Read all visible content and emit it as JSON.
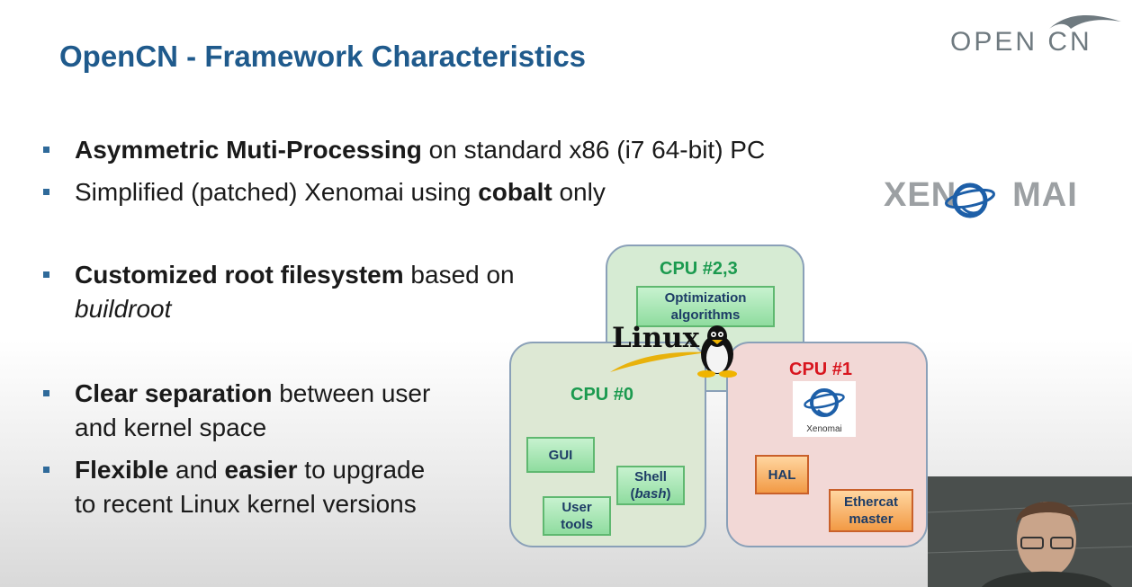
{
  "slide": {
    "title": "OpenCN - Framework Characteristics",
    "logo_text": "OPEN CN",
    "xenomai_logo_left": "XEN",
    "xenomai_logo_right": "MAI"
  },
  "bullets": [
    {
      "bold": "Asymmetric Muti-Processing",
      "rest": " on standard x86 (i7 64-bit) PC"
    },
    {
      "pre": "Simplified (patched) Xenomai using ",
      "bold": "cobalt",
      "rest": " only"
    },
    {
      "bold": "Customized root filesystem",
      "rest": " based on",
      "line2_italic": "buildroot"
    },
    {
      "bold": "Clear separation",
      "rest": " between user",
      "line2": "and kernel space"
    },
    {
      "bold": "Flexible",
      "mid": " and ",
      "bold2": "easier",
      "rest": " to upgrade",
      "line2": "to recent Linux kernel versions"
    }
  ],
  "diagram": {
    "cpu23": {
      "label": "CPU #2,3",
      "box": {
        "line1": "Optimization",
        "line2": "algorithms"
      }
    },
    "cpu0": {
      "label": "CPU #0",
      "gui": "GUI",
      "user_tools": {
        "line1": "User",
        "line2": "tools"
      },
      "shell": {
        "line1": "Shell",
        "line2_pre": "(",
        "line2_italic": "bash",
        "line2_post": ")"
      }
    },
    "cpu1": {
      "label": "CPU #1",
      "xenomai_caption": "Xenomai",
      "hal": "HAL",
      "ethercat": {
        "line1": "Ethercat",
        "line2": "master"
      }
    },
    "linux_text": "Linux"
  },
  "colors": {
    "title": "#1f5a8c",
    "cpu_green": "#1b9a4f",
    "cpu_red": "#d8161f"
  }
}
